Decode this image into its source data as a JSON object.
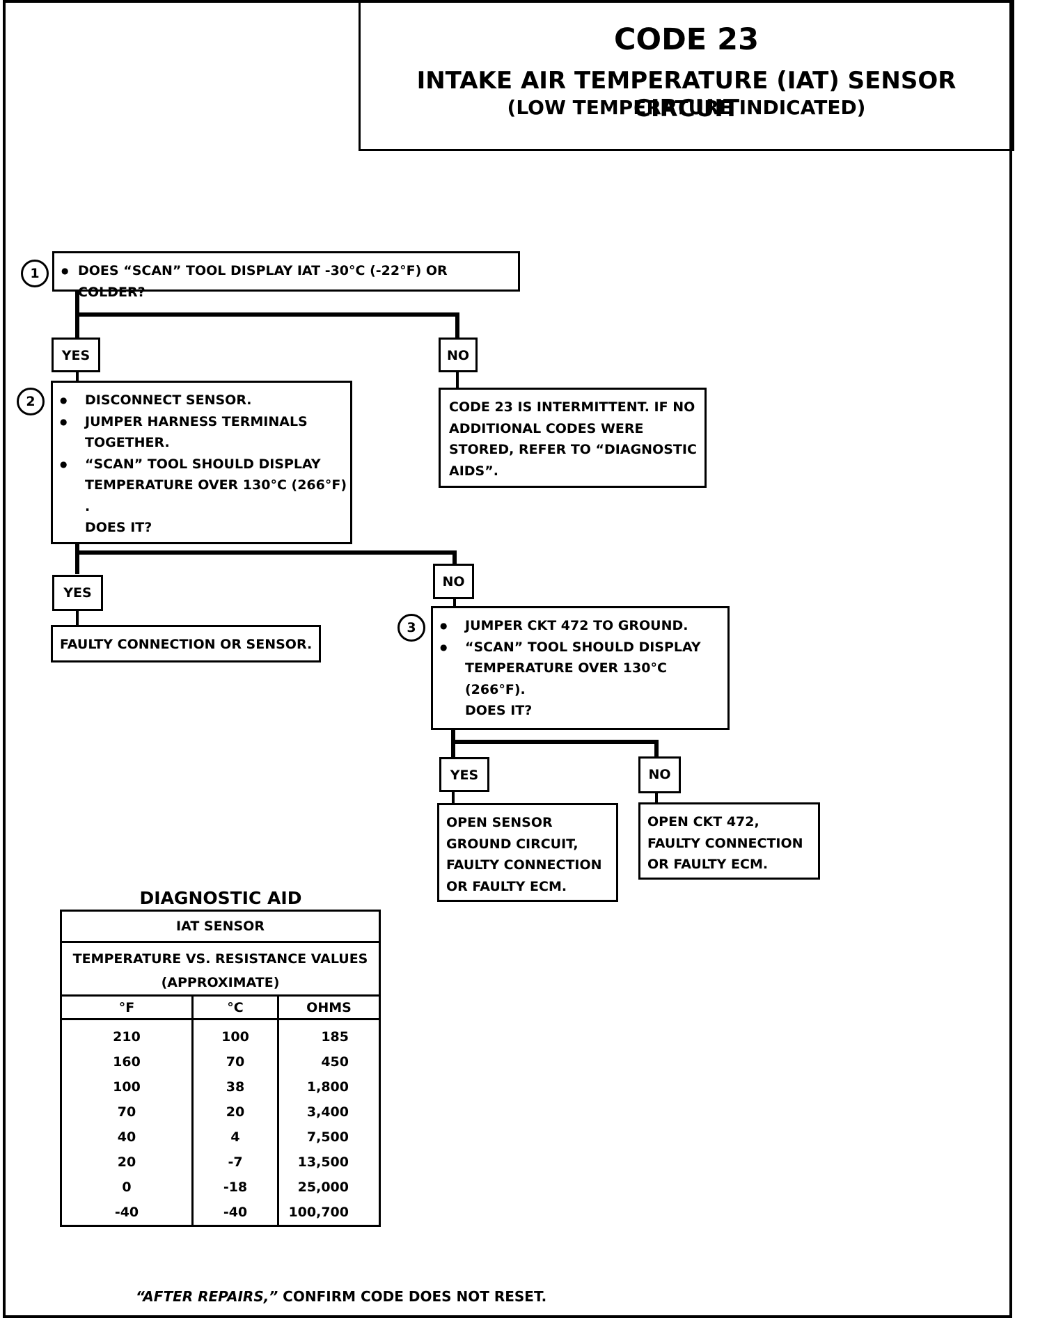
{
  "header": {
    "code": "CODE 23",
    "title": "INTAKE AIR TEMPERATURE (IAT) SENSOR CIRCUIT",
    "subtitle": "(LOW TEMPERATURE INDICATED)"
  },
  "steps": {
    "step1": {
      "number": "1",
      "text": "DOES “SCAN” TOOL DISPLAY IAT -30°C (-22°F) OR COLDER?"
    },
    "step1_yes": "YES",
    "step1_no": "NO",
    "step1_no_result": [
      "CODE 23 IS INTERMITTENT.  IF NO",
      "ADDITIONAL CODES WERE",
      "STORED, REFER TO  “DIAGNOSTIC",
      "AIDS”."
    ],
    "step2": {
      "number": "2",
      "bullets": [
        "DISCONNECT SENSOR.",
        "JUMPER HARNESS TERMINALS TOGETHER.",
        "“SCAN” TOOL SHOULD DISPLAY TEMPERATURE OVER 130°C (266°F) ."
      ],
      "question": "DOES IT?"
    },
    "step2_yes": "YES",
    "step2_no": "NO",
    "step2_yes_result": "FAULTY CONNECTION OR SENSOR.",
    "step3": {
      "number": "3",
      "bullets": [
        "JUMPER CKT 472 TO GROUND.",
        "“SCAN” TOOL SHOULD DISPLAY TEMPERATURE OVER 130°C (266°F)."
      ],
      "question": "DOES IT?"
    },
    "step3_yes": "YES",
    "step3_no": "NO",
    "step3_yes_result": [
      "OPEN SENSOR",
      "GROUND CIRCUIT,",
      "FAULTY CONNECTION",
      "OR FAULTY ECM."
    ],
    "step3_no_result": [
      "OPEN CKT 472,",
      "FAULTY CONNECTION",
      "OR FAULTY ECM."
    ]
  },
  "diagnostic_aid": {
    "title": "DIAGNOSTIC AID",
    "sensor": "IAT SENSOR",
    "caption1": "TEMPERATURE VS. RESISTANCE VALUES",
    "caption2": "(APPROXIMATE)",
    "columns": [
      "°F",
      "°C",
      "OHMS"
    ],
    "rows": [
      [
        "210",
        "100",
        "185"
      ],
      [
        "160",
        "70",
        "450"
      ],
      [
        "100",
        "38",
        "1,800"
      ],
      [
        "70",
        "20",
        "3,400"
      ],
      [
        "40",
        "4",
        "7,500"
      ],
      [
        "20",
        "-7",
        "13,500"
      ],
      [
        "0",
        "-18",
        "25,000"
      ],
      [
        "-40",
        "-40",
        "100,700"
      ]
    ]
  },
  "footer": {
    "italic": "“AFTER REPAIRS,”",
    "rest": " CONFIRM CODE DOES NOT RESET."
  }
}
